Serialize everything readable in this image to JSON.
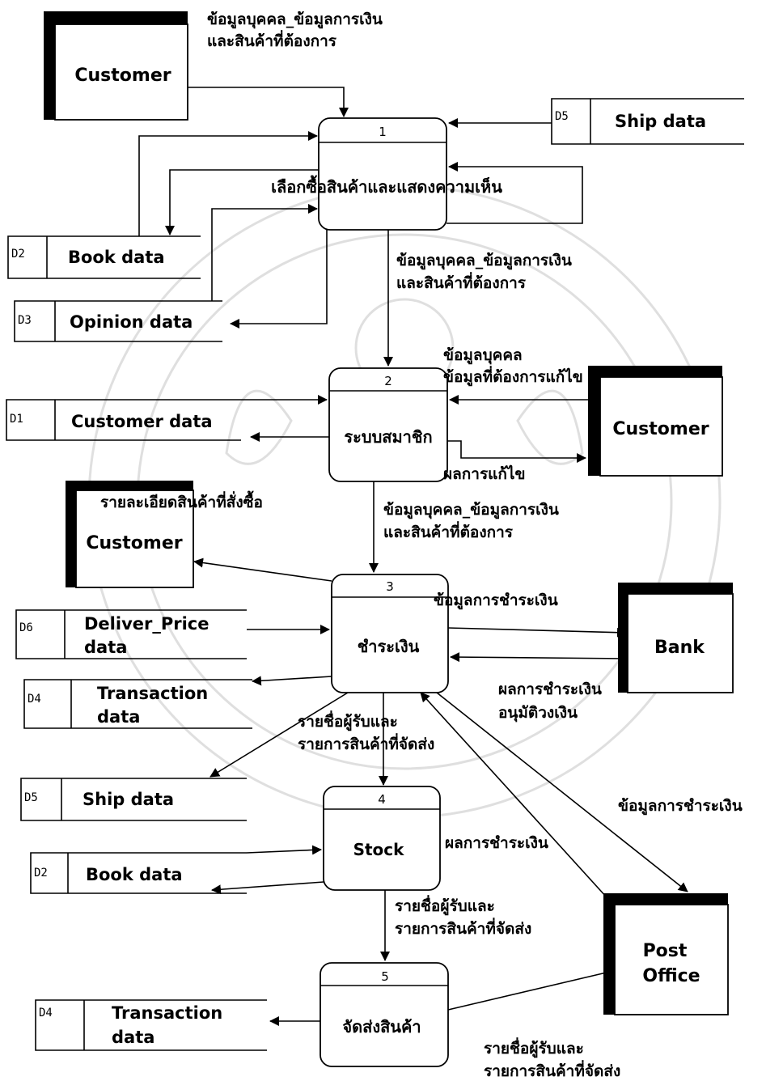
{
  "processes": [
    {
      "number": "1",
      "name": "เลือกซื้อสินค้าและแสดงความเห็น"
    },
    {
      "number": "2",
      "name": "ระบบสมาชิก"
    },
    {
      "number": "3",
      "name": "ชำระเงิน"
    },
    {
      "number": "4",
      "name": "Stock"
    },
    {
      "number": "5",
      "name": "จัดส่งสินค้า"
    }
  ],
  "entities": {
    "customer_top": "Customer",
    "customer_member": "Customer",
    "customer_order": "Customer",
    "bank": "Bank",
    "post_office_line1": "Post",
    "post_office_line2": "Office"
  },
  "datastores": {
    "d5_top": {
      "id": "D5",
      "name": "Ship data"
    },
    "d2_top": {
      "id": "D2",
      "name": "Book data"
    },
    "d3": {
      "id": "D3",
      "name": "Opinion data"
    },
    "d1": {
      "id": "D1",
      "name": "Customer data"
    },
    "d6": {
      "id": "D6",
      "name_line1": "Deliver_Price",
      "name_line2": "data"
    },
    "d4_mid": {
      "id": "D4",
      "name_line1": "Transaction",
      "name_line2": "data"
    },
    "d5_bottom": {
      "id": "D5",
      "name": "Ship data"
    },
    "d2_bottom": {
      "id": "D2",
      "name": "Book data"
    },
    "d4_bottom": {
      "id": "D4",
      "name_line1": "Transaction",
      "name_line2": "data"
    }
  },
  "flows": {
    "customer_to_p1_l1": "ข้อมูลบุคคล_ข้อมูลการเงิน",
    "customer_to_p1_l2": "และสินค้าที่ต้องการ",
    "p1_to_p2_l1": "ข้อมูลบุคคล_ข้อมูลการเงิน",
    "p1_to_p2_l2": "และสินค้าที่ต้องการ",
    "cust_to_p2_l1": "ข้อมูลบุคคล",
    "cust_to_p2_l2": "ข้อมูลที่ต้องการแก้ไข",
    "p2_to_cust": "ผลการแก้ไข",
    "p3_to_cust": "รายละเอียดสินค้าที่สั่งซื้อ",
    "p2_to_p3_l1": "ข้อมูลบุคคล_ข้อมูลการเงิน",
    "p2_to_p3_l2": "และสินค้าที่ต้องการ",
    "p3_to_bank": "ข้อมูลการชำระเงิน",
    "bank_to_p3_l1": "ผลการชำระเงิน",
    "bank_to_p3_l2": "อนุมัติวงเงิน",
    "p3_to_p4_l1": "รายชื่อผู้รับและ",
    "p3_to_p4_l2": "รายการสินค้าที่จัดส่ง",
    "p3_to_post": "ข้อมูลการชำระเงิน",
    "post_to_p3": "ผลการชำระเงิน",
    "p4_to_p5_l1": "รายชื่อผู้รับและ",
    "p4_to_p5_l2": "รายการสินค้าที่จัดส่ง",
    "p5_to_post_l1": "รายชื่อผู้รับและ",
    "p5_to_post_l2": "รายการสินค้าที่จัดส่ง"
  }
}
